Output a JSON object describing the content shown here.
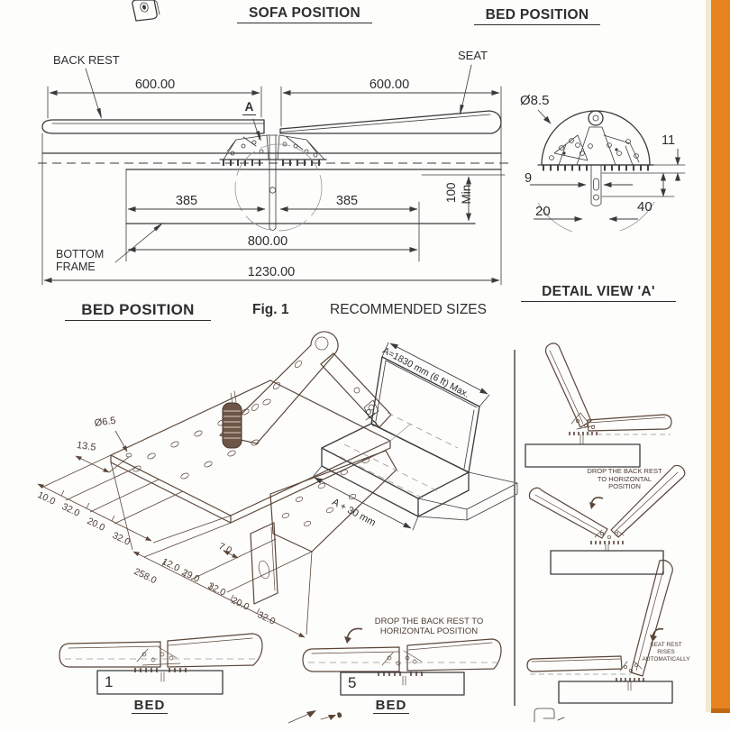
{
  "titles": {
    "sofa_position": "SOFA POSITION",
    "bed_position_top": "BED POSITION",
    "bed_position_main": "BED POSITION",
    "fig_label": "Fig. 1",
    "fig_caption": "RECOMMENDED SIZES",
    "detail_view": "DETAIL VIEW 'A'"
  },
  "front_view": {
    "back_rest": "BACK REST",
    "seat": "SEAT",
    "bottom_frame": "BOTTOM\nFRAME",
    "detail_marker": "A",
    "dim_backrest": "600.00",
    "dim_seat": "600.00",
    "dim_left_half": "385",
    "dim_right_half": "385",
    "dim_frame": "800.00",
    "dim_total": "1230.00",
    "dim_height": "100",
    "dim_height_qual": "Min."
  },
  "detail_a": {
    "dim_hole": "Ø8.5",
    "dim_11": "11",
    "dim_9": "9",
    "dim_20": "20",
    "dim_40": "40"
  },
  "iso_mech": {
    "dim_hole": "Ø6.5",
    "dim_edge": "13.5",
    "side_dims": [
      "10.0",
      "32.0",
      "20.0",
      "32.0"
    ],
    "front_dims": [
      "258.0",
      "12.0",
      "29.0",
      "32.0",
      "20.0",
      "32.0"
    ],
    "dim_gap": "7.0"
  },
  "iso_bed": {
    "dim_length": "A=1830 mm (6 ft) Max.",
    "dim_width": "A + 30 mm"
  },
  "steps": {
    "step1_num": "1",
    "step1_caption": "BED",
    "step5_num": "5",
    "step5_caption": "BED",
    "note_drop_center": "DROP THE BACK REST TO\nHORIZONTAL POSITION",
    "note_drop_right": "DROP THE BACK REST\nTO HORIZONTAL\nPOSITION",
    "note_rise": "SEAT REST\nRISES\nAUTOMATICALLY"
  },
  "colors": {
    "accent_band": "#e8841f",
    "accent_band_edge": "#f2e9cf",
    "accent_band_shadow": "#c2670f",
    "line": "#3a3a3a"
  }
}
